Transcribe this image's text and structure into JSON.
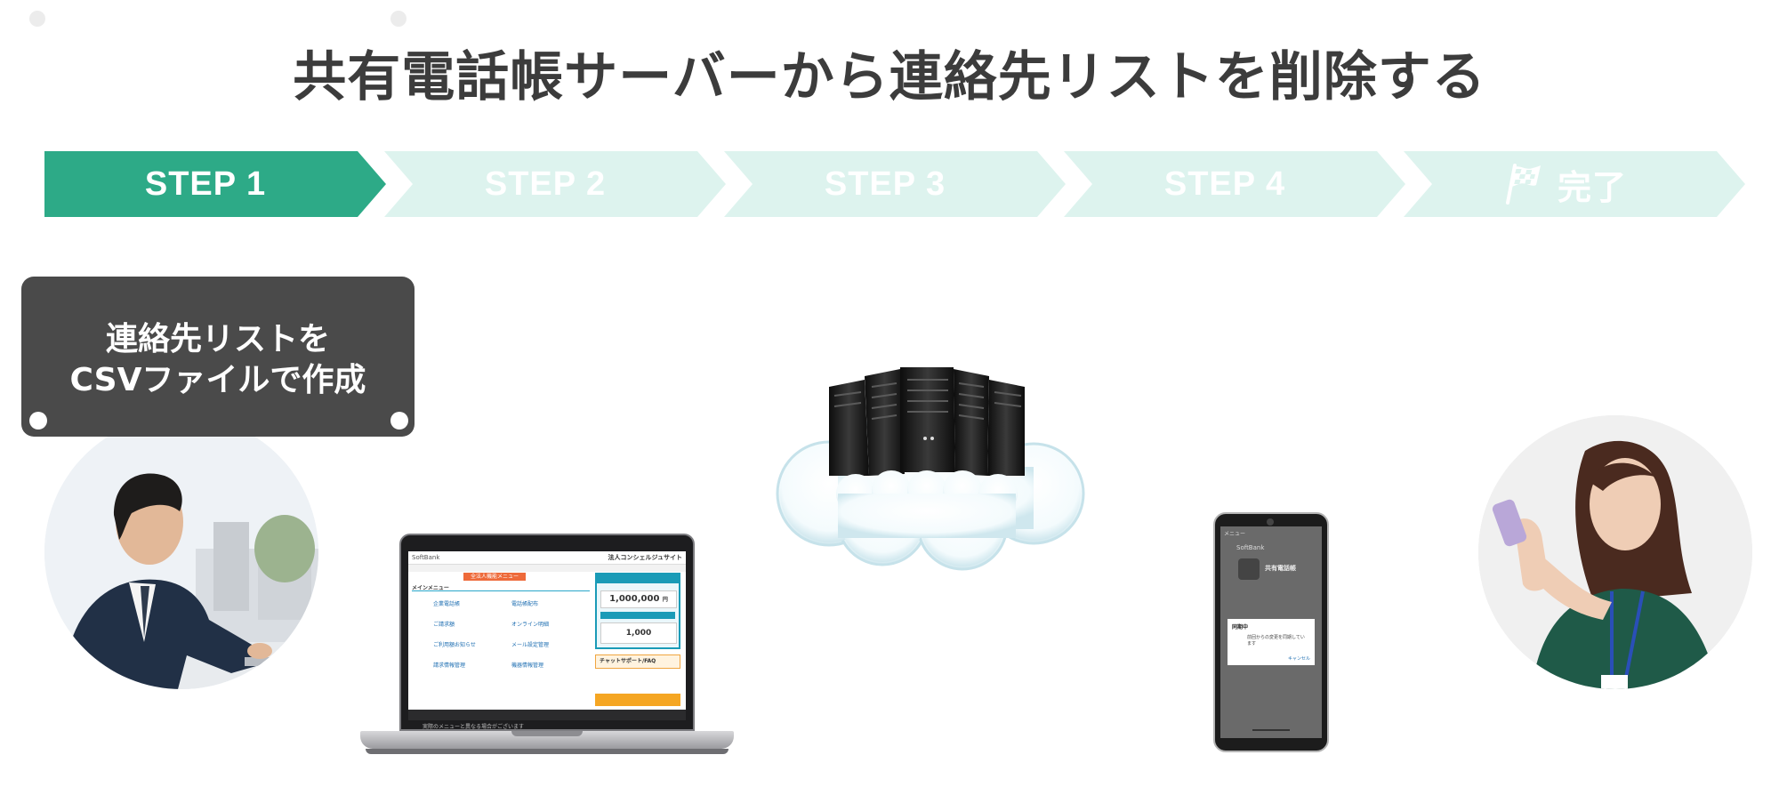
{
  "title": "共有電話帳サーバーから連絡先リストを削除する",
  "steps": [
    {
      "label": "STEP 1",
      "state": "active"
    },
    {
      "label": "STEP 2",
      "state": "inactive"
    },
    {
      "label": "STEP 3",
      "state": "inactive"
    },
    {
      "label": "STEP 4",
      "state": "inactive"
    },
    {
      "label": "完了",
      "state": "inactive",
      "icon": "checkered-flag-icon"
    }
  ],
  "caption": {
    "line1": "連絡先リストを",
    "line2": "CSVファイルで作成"
  },
  "laptop_screen": {
    "brand": "SoftBank",
    "site_title": "法人コンシェルジュサイト",
    "tab_label": "全法人機能メニュー",
    "main_menu": "メインメニュー",
    "links": [
      "企業電話帳",
      "電話帳配布",
      "ご請求額",
      "オンライン明細",
      "ご利用額お知らせ",
      "メール設定管理",
      "請求情報管理",
      "機器情報管理"
    ],
    "billing_amount": "1,000,000",
    "billing_unit": "円",
    "points": "1,000",
    "support_label": "チャットサポート/FAQ",
    "status_note": "実際のメニューと異なる場合がございます"
  },
  "phone_screen": {
    "menu_label": "メニュー",
    "brand": "SoftBank",
    "app_title": "共有電話帳",
    "dialog_title": "同期中",
    "dialog_message": "前回からの変更を同期しています",
    "dialog_cancel": "キャンセル"
  },
  "colors": {
    "active_step": "#2daa87",
    "inactive_step": "#ddf3ee",
    "title_text": "#3c3c3c",
    "caption_bg": "#4a4a4a"
  }
}
